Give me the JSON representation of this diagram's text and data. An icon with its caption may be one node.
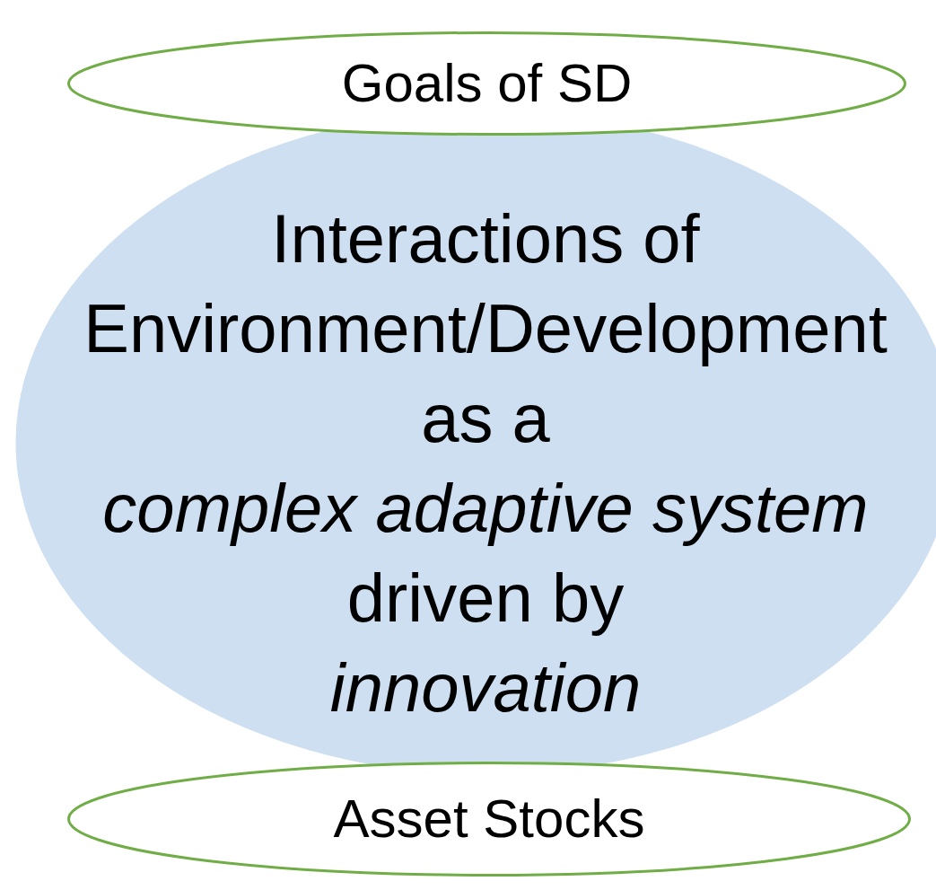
{
  "diagram": {
    "nodes": [
      {
        "text": [
          "Goals of SD"
        ]
      },
      {
        "text": [
          "Interactions of Environment/Development as a *complex adaptive system* driven by *innovation*"
        ]
      },
      {
        "text": [
          "Asset Stocks"
        ]
      }
    ]
  }
}
